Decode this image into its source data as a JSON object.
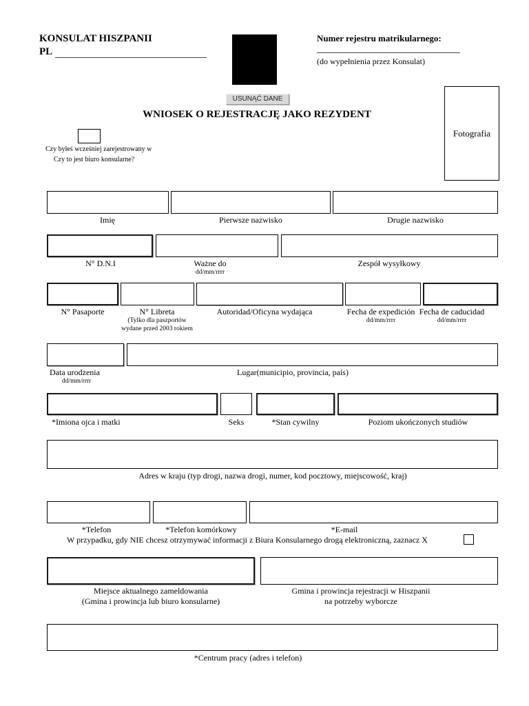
{
  "header": {
    "consulate_title": "KONSULAT HISZPANII",
    "country_prefix": "PL",
    "registry_label": "Numer rejestru matrikularnego:",
    "registry_note": "(do wypełnienia przez Konsulat)",
    "clear_button_label": "USUNĄĆ DANE",
    "photo_label": "Fotografia"
  },
  "form": {
    "title": "WNIOSEK O REJESTRACJĘ JAKO REZYDENT",
    "prev_registered_line1": "Czy byłeś wcześniej zarejestrowany w",
    "prev_registered_line2": "Czy to jest biuro konsularne?",
    "email_optout_text": "W przypadku, gdy NIE chcesz otrzymywać informacji z Biura Konsularnego drogą elektroniczną, zaznacz X",
    "fields": {
      "first_name": {
        "label": "Imię"
      },
      "surname1": {
        "label": "Pierwsze nazwisko"
      },
      "surname2": {
        "label": "Drugie nazwisko"
      },
      "dni": {
        "label": "N° D.N.I"
      },
      "valid_until": {
        "label": "Ważne do",
        "sub": "dd/mm/rrrr"
      },
      "dispatch_team": {
        "label": "Zespół wysyłkowy"
      },
      "passport": {
        "label": "N° Pasaporte"
      },
      "libreta": {
        "label": "N° Libreta",
        "sub1": "(Tylko dla paszportów",
        "sub2": "wydane przed 2003 rokiem"
      },
      "authority": {
        "label": "Autoridad/Oficyna wydająca"
      },
      "expedition_date": {
        "label": "Fecha de expedición",
        "sub": "dd/mm/rrrr"
      },
      "expiry_date": {
        "label": "Fecha de caducidad",
        "sub": "dd/mm/rrrr"
      },
      "birth_date": {
        "label": "Data urodzenia",
        "sub": "dd/mm/rrrr"
      },
      "birth_place": {
        "label": "Lugar(municipio, provincia, país)"
      },
      "parents_names": {
        "label": "*Imiona ojca i matki"
      },
      "sex": {
        "label": "Seks"
      },
      "marital_status": {
        "label": "*Stan cywilny"
      },
      "education": {
        "label": "Poziom ukończonych studiów"
      },
      "address": {
        "label": "Adres w kraju (typ drogi, nazwa drogi, numer, kod pocztowy, miejscowość, kraj)"
      },
      "phone": {
        "label": "*Telefon"
      },
      "mobile": {
        "label": "*Telefon komórkowy"
      },
      "email": {
        "label": "*E-mail"
      },
      "current_residence": {
        "label": "Miejsce aktualnego zameldowania",
        "sub": "(Gmina i prowincja lub biuro konsularne)"
      },
      "spain_municipality": {
        "label": "Gmina i prowincja rejestracji w Hiszpanii",
        "sub": "na potrzeby wyborcze"
      },
      "work_center": {
        "label": "*Centrum pracy (adres i telefon)"
      }
    }
  }
}
